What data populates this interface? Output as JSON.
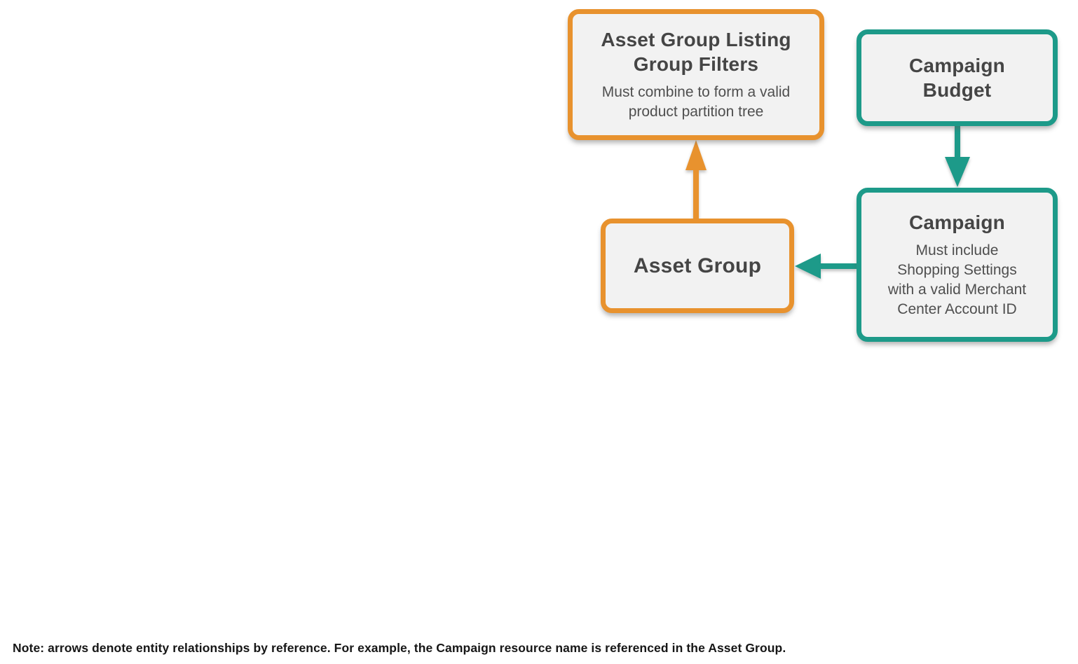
{
  "palette": {
    "orange": "#E8922E",
    "teal": "#1D9A89",
    "node_fill": "#F2F2F2",
    "title_text": "#454545",
    "body_text": "#4F4F4F",
    "note_text": "#161616",
    "background": "#FFFFFF"
  },
  "nodes": {
    "listing_filters": {
      "title": "Asset Group Listing\nGroup Filters",
      "subtitle": "Must combine to form a valid\nproduct partition tree",
      "accent": "orange"
    },
    "campaign_budget": {
      "title": "Campaign\nBudget",
      "accent": "teal"
    },
    "asset_group": {
      "title": "Asset Group",
      "accent": "orange"
    },
    "campaign": {
      "title": "Campaign",
      "subtitle": "Must include\nShopping Settings\nwith a valid Merchant\nCenter Account ID",
      "accent": "teal"
    }
  },
  "arrows": [
    {
      "name": "asset-group-to-listing-filters",
      "color": "orange",
      "from": "Asset Group",
      "to": "Asset Group Listing Group Filters",
      "direction": "up"
    },
    {
      "name": "campaign-budget-to-campaign",
      "color": "teal",
      "from": "Campaign Budget",
      "to": "Campaign",
      "direction": "down"
    },
    {
      "name": "campaign-to-asset-group",
      "color": "teal",
      "from": "Campaign",
      "to": "Asset Group",
      "direction": "left"
    }
  ],
  "note": "Note: arrows denote entity relationships by reference. For example, the Campaign resource name is referenced in the Asset Group."
}
